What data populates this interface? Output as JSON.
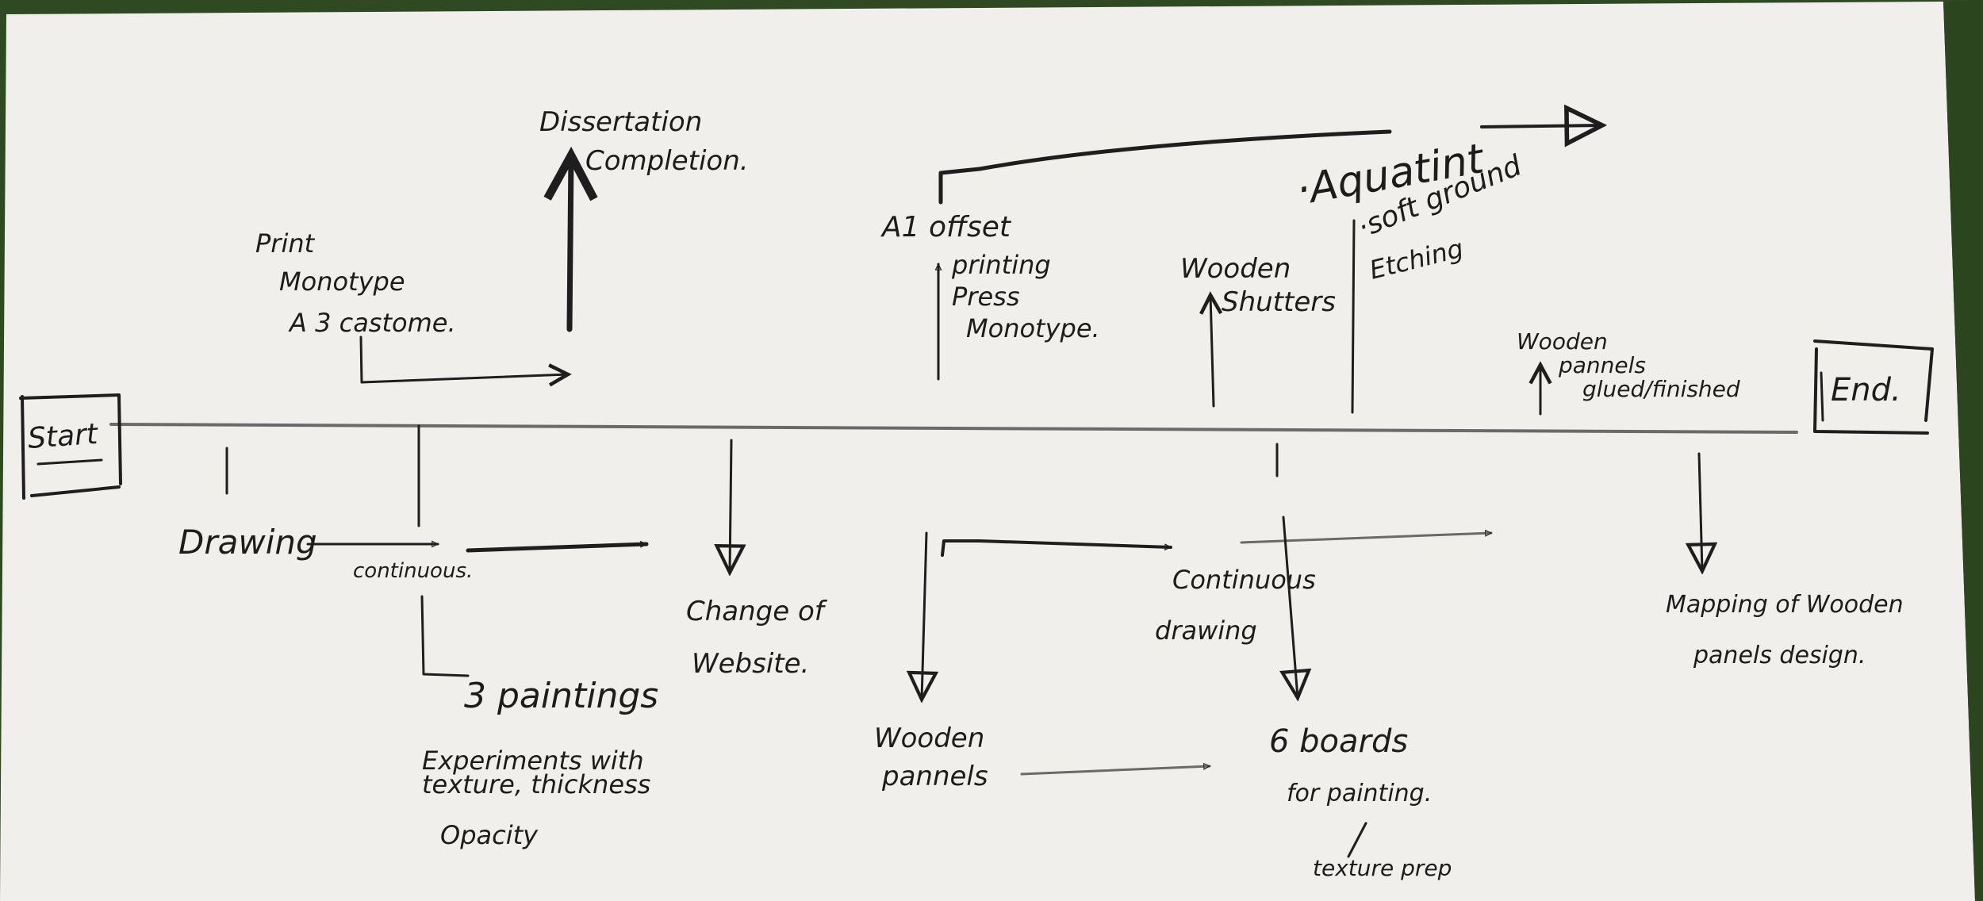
{
  "start_label": "Start",
  "end_label": "End.",
  "above": {
    "print_monotype": [
      "Print",
      "Monotype",
      "A 3 castome."
    ],
    "dissertation": [
      "Dissertation",
      "Completion."
    ],
    "a1_offset": [
      "A1 offset",
      "printing",
      "Press",
      "Monotype."
    ],
    "wooden_shutters": [
      "Wooden",
      "Shutters"
    ],
    "aquatint": "·Aquatint",
    "soft_ground": "·soft ground",
    "etching": "Etching",
    "wooden_pannels_glued": [
      "Wooden",
      "pannels",
      "glued/finished"
    ]
  },
  "below": {
    "drawing": "Drawing",
    "continuous": "continuous.",
    "three_paintings": "3 paintings",
    "experiments": [
      "Experiments with",
      "texture, thickness",
      "Opacity"
    ],
    "change_of_website": [
      "Change of",
      "Website."
    ],
    "wooden_pannels": [
      "Wooden",
      "pannels"
    ],
    "continuous_drawing": [
      "Continuous",
      "drawing"
    ],
    "six_boards": "6 boards",
    "for_painting": "for painting.",
    "texture_prep": "texture prep",
    "mapping": [
      "Mapping of Wooden",
      "panels design."
    ]
  }
}
